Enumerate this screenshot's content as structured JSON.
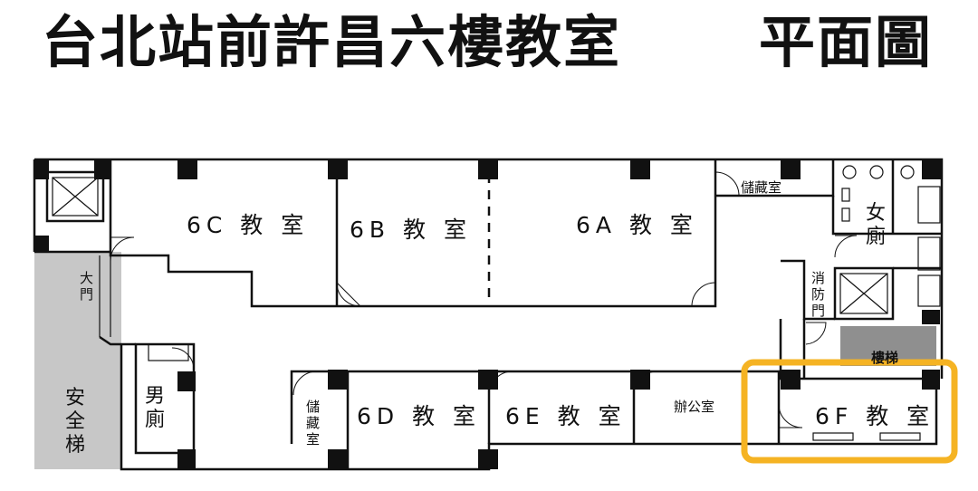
{
  "header": {
    "title": "台北站前許昌六樓教室",
    "subtitle": "平面圖"
  },
  "rooms": {
    "r6c": "6C 教 室",
    "r6b": "6B 教 室",
    "r6a": "6A 教 室",
    "r6d": "6D 教 室",
    "r6e": "6E 教 室",
    "r6f": "6F 教 室",
    "office": "辦公室",
    "storage_top": "儲藏室",
    "storage_left_1": "儲",
    "storage_left_2": "藏",
    "storage_left_3": "室",
    "main_door_1": "大",
    "main_door_2": "門",
    "fire_door_1": "消",
    "fire_door_2": "防",
    "fire_door_3": "門",
    "women_1": "女",
    "women_2": "廁",
    "men_1": "男",
    "men_2": "廁",
    "safety_stair_1": "安",
    "safety_stair_2": "全",
    "safety_stair_3": "梯",
    "stair_partial": "樓梯"
  },
  "colors": {
    "highlight": "#f5b323",
    "stair": "#c7c7c7",
    "wall": "#111111"
  }
}
